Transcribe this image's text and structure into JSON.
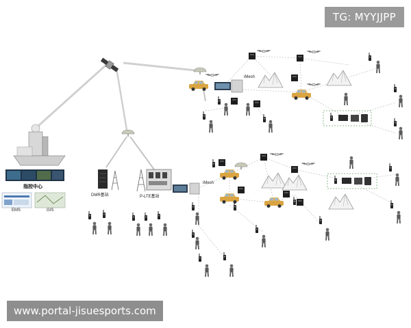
{
  "header_tag": "TG: MYYJJPP",
  "watermark": "www.portal-jisuesports.com",
  "labels": {
    "command_center": "指控中心",
    "ems": "EMS",
    "gis": "GIS",
    "dmr_station": "DMR基站",
    "plte_station": "P-LTE基站",
    "imesh_top": "iMesh",
    "imesh_mid": "iMesh"
  },
  "icons": {
    "satellite": "satellite-icon",
    "building": "command-building-icon",
    "vehicle": "vehicle-icon",
    "person": "person-icon",
    "radio": "radio-icon",
    "tower": "tower-icon",
    "mountain": "mountain-icon",
    "mesh_node": "mesh-node-icon",
    "drone": "drone-icon"
  },
  "colors": {
    "vehicle": "#d9a441",
    "link": "#b8b8b8",
    "group_border": "#6aa86a",
    "figure": "#555555"
  }
}
